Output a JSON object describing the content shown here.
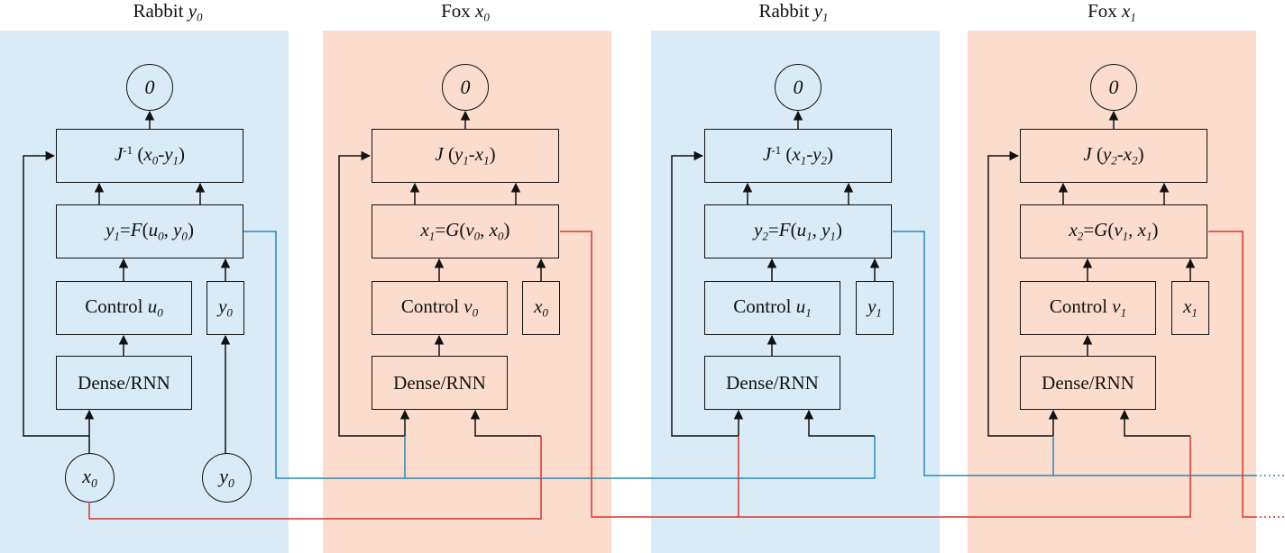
{
  "panels": [
    {
      "title": "Rabbit",
      "title_var": "y",
      "title_sub": "0",
      "output_node": "0",
      "objective": {
        "fn": "J",
        "sup": "-1",
        "a": "x",
        "a_sub": "0",
        "b": "y",
        "b_sub": "1"
      },
      "update": {
        "lhs": "y",
        "lhs_sub": "1",
        "fn": "F",
        "arg1": "u",
        "arg1_sub": "0",
        "arg2": "y",
        "arg2_sub": "0"
      },
      "control_label": "Control",
      "control_var": "u",
      "control_sub": "0",
      "state_var": "y",
      "state_sub": "0",
      "network_label": "Dense/RNN"
    },
    {
      "title": "Fox",
      "title_var": "x",
      "title_sub": "0",
      "output_node": "0",
      "objective": {
        "fn": "J",
        "sup": "",
        "a": "y",
        "a_sub": "1",
        "b": "x",
        "b_sub": "1"
      },
      "update": {
        "lhs": "x",
        "lhs_sub": "1",
        "fn": "G",
        "arg1": "v",
        "arg1_sub": "0",
        "arg2": "x",
        "arg2_sub": "0"
      },
      "control_label": "Control",
      "control_var": "v",
      "control_sub": "0",
      "state_var": "x",
      "state_sub": "0",
      "network_label": "Dense/RNN"
    },
    {
      "title": "Rabbit",
      "title_var": "y",
      "title_sub": "1",
      "output_node": "0",
      "objective": {
        "fn": "J",
        "sup": "-1",
        "a": "x",
        "a_sub": "1",
        "b": "y",
        "b_sub": "2"
      },
      "update": {
        "lhs": "y",
        "lhs_sub": "2",
        "fn": "F",
        "arg1": "u",
        "arg1_sub": "1",
        "arg2": "y",
        "arg2_sub": "1"
      },
      "control_label": "Control",
      "control_var": "u",
      "control_sub": "1",
      "state_var": "y",
      "state_sub": "1",
      "network_label": "Dense/RNN"
    },
    {
      "title": "Fox",
      "title_var": "x",
      "title_sub": "1",
      "output_node": "0",
      "objective": {
        "fn": "J",
        "sup": "",
        "a": "y",
        "a_sub": "2",
        "b": "x",
        "b_sub": "2"
      },
      "update": {
        "lhs": "x",
        "lhs_sub": "2",
        "fn": "G",
        "arg1": "v",
        "arg1_sub": "1",
        "arg2": "x",
        "arg2_sub": "1"
      },
      "control_label": "Control",
      "control_var": "v",
      "control_sub": "1",
      "state_var": "x",
      "state_sub": "1",
      "network_label": "Dense/RNN"
    }
  ],
  "inputs": [
    {
      "var": "x",
      "sub": "0"
    },
    {
      "var": "y",
      "sub": "0"
    }
  ],
  "colors": {
    "rabbit_panel": "#d9ebf7",
    "fox_panel": "#fbdccd",
    "rabbit_link": "#2a8ab5",
    "fox_link": "#d9342b",
    "line": "#111111"
  }
}
